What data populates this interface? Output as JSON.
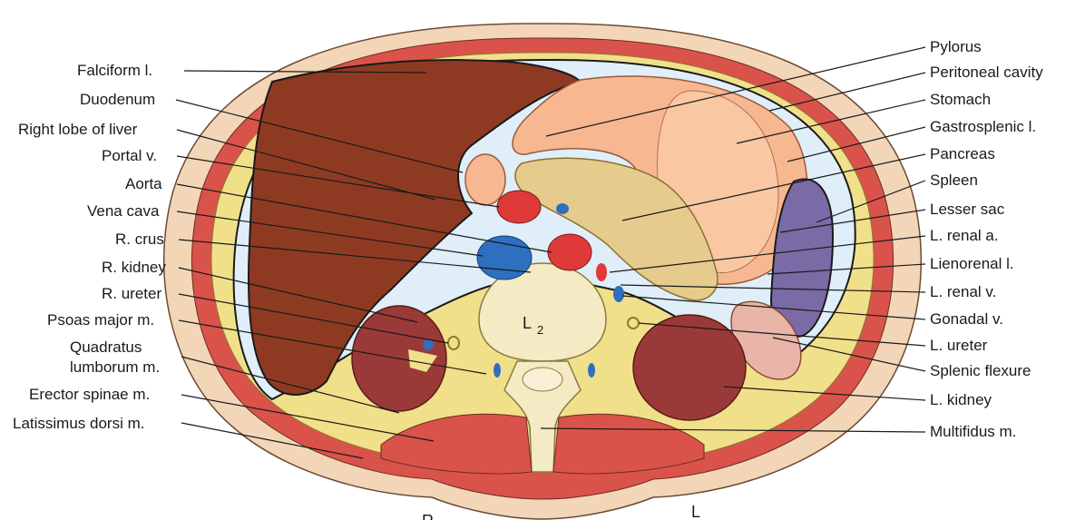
{
  "figure": {
    "labels_left": [
      {
        "id": "falciform",
        "text": "Falciform l."
      },
      {
        "id": "duodenum",
        "text": "Duodenum"
      },
      {
        "id": "right-lobe-liver",
        "text": "Right lobe of liver"
      },
      {
        "id": "portal-v",
        "text": "Portal v."
      },
      {
        "id": "aorta",
        "text": "Aorta"
      },
      {
        "id": "vena-cava",
        "text": "Vena cava"
      },
      {
        "id": "r-crus",
        "text": "R. crus"
      },
      {
        "id": "r-kidney",
        "text": "R. kidney"
      },
      {
        "id": "r-ureter",
        "text": "R. ureter"
      },
      {
        "id": "psoas",
        "text": "Psoas major m."
      },
      {
        "id": "quadratus-1",
        "text": "Quadratus"
      },
      {
        "id": "quadratus-2",
        "text": "lumborum m."
      },
      {
        "id": "erector",
        "text": "Erector spinae m."
      },
      {
        "id": "latissimus",
        "text": "Latissimus dorsi m."
      }
    ],
    "labels_right": [
      {
        "id": "pylorus",
        "text": "Pylorus"
      },
      {
        "id": "peritoneal-cavity",
        "text": "Peritoneal cavity"
      },
      {
        "id": "stomach",
        "text": "Stomach"
      },
      {
        "id": "gastrosplenic",
        "text": "Gastrosplenic l."
      },
      {
        "id": "pancreas",
        "text": "Pancreas"
      },
      {
        "id": "spleen",
        "text": "Spleen"
      },
      {
        "id": "lesser-sac",
        "text": "Lesser sac"
      },
      {
        "id": "l-renal-a",
        "text": "L. renal a."
      },
      {
        "id": "lienorenal",
        "text": "Lienorenal l."
      },
      {
        "id": "l-renal-v",
        "text": "L. renal v."
      },
      {
        "id": "gonadal",
        "text": "Gonadal v."
      },
      {
        "id": "l-ureter",
        "text": "L. ureter"
      },
      {
        "id": "splenic-flexure",
        "text": "Splenic flexure"
      },
      {
        "id": "l-kidney",
        "text": "L. kidney"
      },
      {
        "id": "multifidus",
        "text": "Multifidus m."
      }
    ],
    "vertebra_label": {
      "main": "L",
      "sub": "2"
    },
    "side_left": "R",
    "side_right": "L"
  },
  "colors": {
    "skin": "#f3d6b8",
    "skin_edge": "#6b4a33",
    "muscle": "#d9534a",
    "fat": "#f1e08a",
    "liver": "#8e3a22",
    "stomach": "#f7b791",
    "spleen": "#7a6aa5",
    "pancreas": "#e6cc8c",
    "kidney": "#9a3a38",
    "artery": "#e0393a",
    "vein": "#2f6fc0",
    "bone": "#f4eac3",
    "cavity": "#dfeef8"
  }
}
